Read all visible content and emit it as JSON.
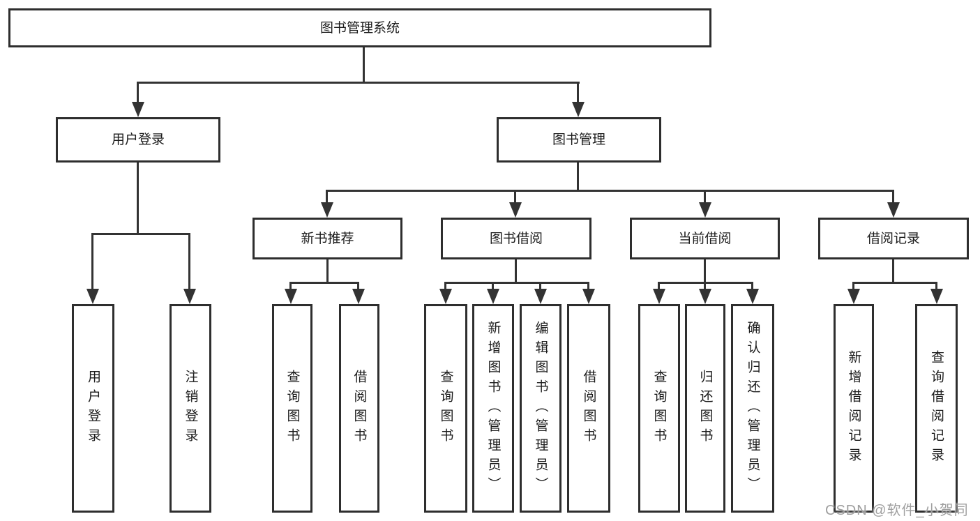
{
  "colors": {
    "line": "#333333",
    "border": "#2e2e2e",
    "text": "#1c1c1c",
    "background": "#ffffff",
    "watermark": "#9f9f9f"
  },
  "watermark": {
    "text": "CSDN @软件_小贺同学"
  },
  "tree": {
    "root": {
      "label": "图书管理系统",
      "children": [
        {
          "label": "用户登录",
          "children": [
            {
              "label": "用户登录"
            },
            {
              "label": "注销登录"
            }
          ]
        },
        {
          "label": "图书管理",
          "children": [
            {
              "label": "新书推荐",
              "children": [
                {
                  "label": "查询图书"
                },
                {
                  "label": "借阅图书"
                }
              ]
            },
            {
              "label": "图书借阅",
              "children": [
                {
                  "label": "查询图书"
                },
                {
                  "label": "新增图书（管理员）"
                },
                {
                  "label": "编辑图书（管理员）"
                },
                {
                  "label": "借阅图书"
                }
              ]
            },
            {
              "label": "当前借阅",
              "children": [
                {
                  "label": "查询图书"
                },
                {
                  "label": "归还图书"
                },
                {
                  "label": "确认归还（管理员）"
                }
              ]
            },
            {
              "label": "借阅记录",
              "children": [
                {
                  "label": "新增借阅记录"
                },
                {
                  "label": "查询借阅记录"
                }
              ]
            }
          ]
        }
      ]
    }
  }
}
